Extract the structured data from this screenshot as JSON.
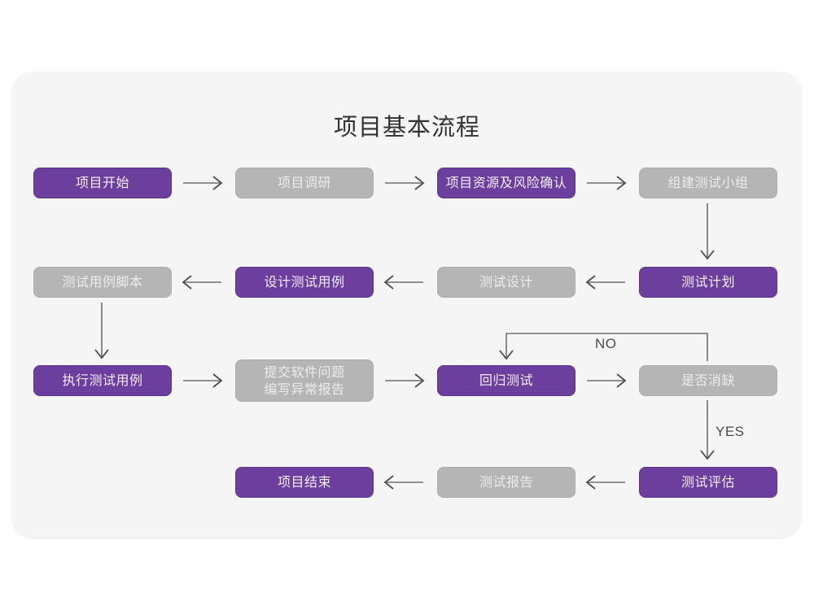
{
  "page": {
    "background": "#ffffff",
    "card_background": "#f5f5f6"
  },
  "diagram": {
    "title": "项目基本流程",
    "type": "flowchart",
    "colors": {
      "purple": "#6c3f9e",
      "purple_text": "#f2eef8",
      "gray": "#b5b5b6",
      "gray_text": "#ececed",
      "connector": "#6f6f72",
      "title_text": "#333335"
    },
    "nodes": [
      {
        "id": "n1",
        "label": "项目开始",
        "style": "purple",
        "row": 1,
        "col": 1
      },
      {
        "id": "n2",
        "label": "项目调研",
        "style": "gray",
        "row": 1,
        "col": 2
      },
      {
        "id": "n3",
        "label": "项目资源及风险确认",
        "style": "purple",
        "row": 1,
        "col": 3
      },
      {
        "id": "n4",
        "label": "组建测试小组",
        "style": "gray",
        "row": 1,
        "col": 4
      },
      {
        "id": "n5",
        "label": "测试用例脚本",
        "style": "gray",
        "row": 2,
        "col": 1
      },
      {
        "id": "n6",
        "label": "设计测试用例",
        "style": "purple",
        "row": 2,
        "col": 2
      },
      {
        "id": "n7",
        "label": "测试设计",
        "style": "gray",
        "row": 2,
        "col": 3
      },
      {
        "id": "n8",
        "label": "测试计划",
        "style": "purple",
        "row": 2,
        "col": 4
      },
      {
        "id": "n9",
        "label": "执行测试用例",
        "style": "purple",
        "row": 3,
        "col": 1
      },
      {
        "id": "n10",
        "label": "提交软件问题\n编写异常报告",
        "style": "gray",
        "row": 3,
        "col": 2
      },
      {
        "id": "n11",
        "label": "回归测试",
        "style": "purple",
        "row": 3,
        "col": 3
      },
      {
        "id": "n12",
        "label": "是否消缺",
        "style": "gray",
        "row": 3,
        "col": 4
      },
      {
        "id": "n13",
        "label": "项目结束",
        "style": "purple",
        "row": 4,
        "col": 2
      },
      {
        "id": "n14",
        "label": "测试报告",
        "style": "gray",
        "row": 4,
        "col": 3
      },
      {
        "id": "n15",
        "label": "测试评估",
        "style": "purple",
        "row": 4,
        "col": 4
      }
    ],
    "edges": [
      {
        "id": "e1",
        "from": "n1",
        "to": "n2",
        "direction": "right",
        "label": ""
      },
      {
        "id": "e2",
        "from": "n2",
        "to": "n3",
        "direction": "right",
        "label": ""
      },
      {
        "id": "e3",
        "from": "n3",
        "to": "n4",
        "direction": "right",
        "label": ""
      },
      {
        "id": "e4",
        "from": "n4",
        "to": "n8",
        "direction": "down",
        "label": ""
      },
      {
        "id": "e5",
        "from": "n8",
        "to": "n7",
        "direction": "left",
        "label": ""
      },
      {
        "id": "e6",
        "from": "n7",
        "to": "n6",
        "direction": "left",
        "label": ""
      },
      {
        "id": "e7",
        "from": "n6",
        "to": "n5",
        "direction": "left",
        "label": ""
      },
      {
        "id": "e8",
        "from": "n5",
        "to": "n9",
        "direction": "down",
        "label": ""
      },
      {
        "id": "e9",
        "from": "n9",
        "to": "n10",
        "direction": "right",
        "label": ""
      },
      {
        "id": "e10",
        "from": "n10",
        "to": "n11",
        "direction": "right",
        "label": ""
      },
      {
        "id": "e11",
        "from": "n11",
        "to": "n12",
        "direction": "right",
        "label": ""
      },
      {
        "id": "e12",
        "from": "n12",
        "to": "n11",
        "direction": "loop-up-left",
        "label": "NO"
      },
      {
        "id": "e13",
        "from": "n12",
        "to": "n15",
        "direction": "down",
        "label": "YES"
      },
      {
        "id": "e14",
        "from": "n15",
        "to": "n14",
        "direction": "left",
        "label": ""
      },
      {
        "id": "e15",
        "from": "n14",
        "to": "n13",
        "direction": "left",
        "label": ""
      }
    ],
    "edge_labels": {
      "no": "NO",
      "yes": "YES"
    }
  }
}
